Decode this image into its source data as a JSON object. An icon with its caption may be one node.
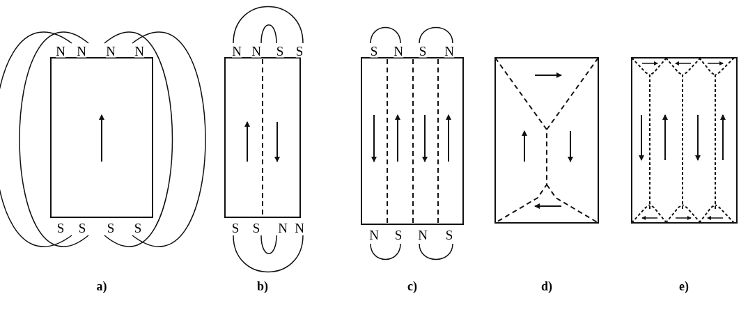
{
  "diagram": {
    "labels": [
      "N",
      "N",
      "N",
      "N",
      "N",
      "N",
      "S",
      "S",
      "S",
      "N",
      "S",
      "N",
      "S",
      "S",
      "S",
      "S",
      "S",
      "S",
      "N",
      "N",
      "N",
      "S",
      "N",
      "S",
      "a)",
      "b)",
      "c)",
      "d)",
      "e)"
    ]
  }
}
